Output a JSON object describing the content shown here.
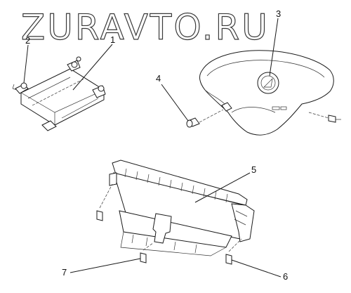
{
  "watermark": "ZURAVTO.RU",
  "callouts": {
    "c1": "1",
    "c2": "2",
    "c3": "3",
    "c4": "4",
    "c5": "5",
    "c6": "6",
    "c7": "7"
  }
}
